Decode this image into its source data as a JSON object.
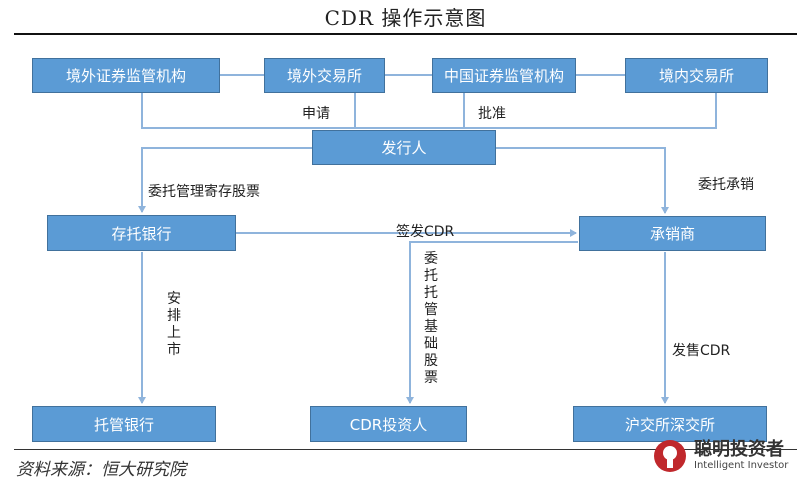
{
  "title": "CDR 操作示意图",
  "nodes": {
    "overseas_regulator": "境外证券监管机构",
    "overseas_exchange": "境外交易所",
    "csrc": "中国证券监管机构",
    "domestic_exchange": "境内交易所",
    "issuer": "发行人",
    "custodian_bank": "存托银行",
    "underwriter": "承销商",
    "trustee_bank": "托管银行",
    "cdr_investor": "CDR投资人",
    "sh_sz_exchange": "沪交所深交所"
  },
  "edge_labels": {
    "apply": "申请",
    "approve": "批准",
    "entrust_custody": "委托管理寄存股票",
    "entrust_underwrite": "委托承销",
    "issue_cdr": "签发CDR",
    "arrange_listing": "安排上市",
    "entrust_trustee": "委托托管基础股票",
    "sell_cdr": "发售CDR"
  },
  "source": "资料来源：恒大研究院",
  "logo": {
    "name": "聪明投资者",
    "subtitle": "Intelligent Investor"
  },
  "colors": {
    "box_fill": "#5b9bd5",
    "box_border": "#41719c",
    "line": "#8fb4dc"
  }
}
